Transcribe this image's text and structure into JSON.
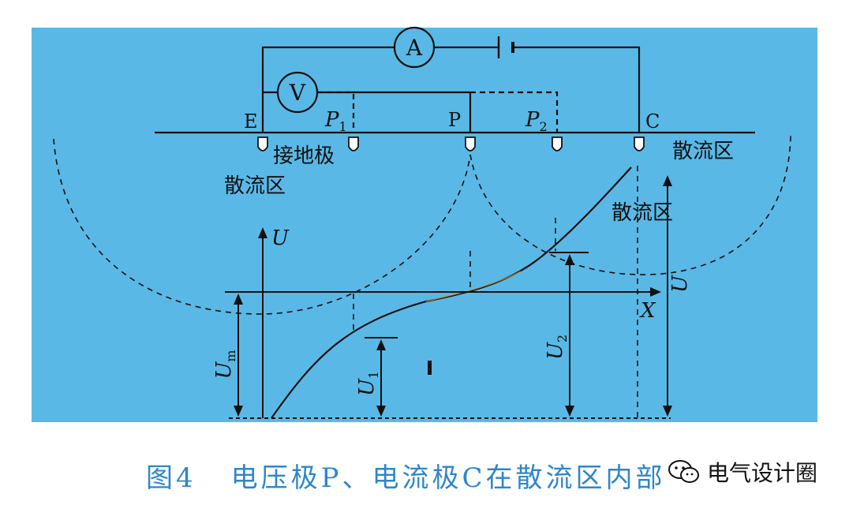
{
  "colors": {
    "panel": "#5ab8e6",
    "line": "#111111",
    "caption": "#2f86c9",
    "curve_highlight": "#d9a441"
  },
  "meters": {
    "ammeter": "A",
    "voltmeter": "V"
  },
  "electrodes": {
    "E": "E",
    "P1": "P",
    "P1_sub": "1",
    "P": "P",
    "P2": "P",
    "P2_sub": "2",
    "C": "C"
  },
  "zones": {
    "ground_electrode": "接地极",
    "left_zone": "散流区",
    "right_zone_top": "散流区",
    "right_zone_mid": "散流区"
  },
  "axes": {
    "u_axis": "U",
    "x_axis": "X"
  },
  "dimensions": {
    "Um": "U",
    "Um_sub": "m",
    "U1": "U",
    "U1_sub": "1",
    "U2": "U",
    "U2_sub": "2",
    "U_total": "U"
  },
  "caption": {
    "number": "图4",
    "text": "电压极P、电流极C在散流区内部"
  },
  "watermark": {
    "text": "电气设计圈",
    "icon": "wechat-icon"
  }
}
